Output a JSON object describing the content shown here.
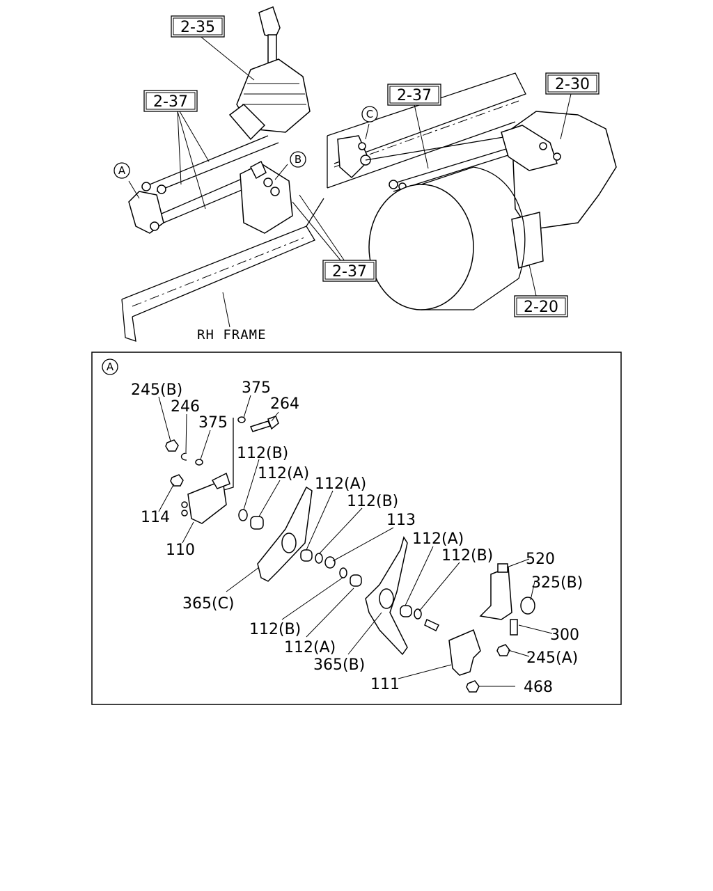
{
  "overview": {
    "ref_boxes": [
      {
        "id": "ref-2-35-top",
        "label": "2-35"
      },
      {
        "id": "ref-2-37-left",
        "label": "2-37"
      },
      {
        "id": "ref-2-37-center",
        "label": "2-37"
      },
      {
        "id": "ref-2-30",
        "label": "2-30"
      },
      {
        "id": "ref-2-37-lower",
        "label": "2-37"
      },
      {
        "id": "ref-2-20",
        "label": "2-20"
      }
    ],
    "circle_markers": [
      "A",
      "B",
      "C"
    ],
    "frame_label": "RH FRAME"
  },
  "detail_a": {
    "marker": "A",
    "callouts": [
      "245(B)",
      "246",
      "375",
      "264",
      "375",
      "112(B)",
      "112(A)",
      "112(A)",
      "112(B)",
      "113",
      "114",
      "110",
      "112(A)",
      "112(B)",
      "520",
      "325(B)",
      "365(C)",
      "300",
      "112(B)",
      "245(A)",
      "112(A)",
      "365(B)",
      "111",
      "468"
    ]
  }
}
